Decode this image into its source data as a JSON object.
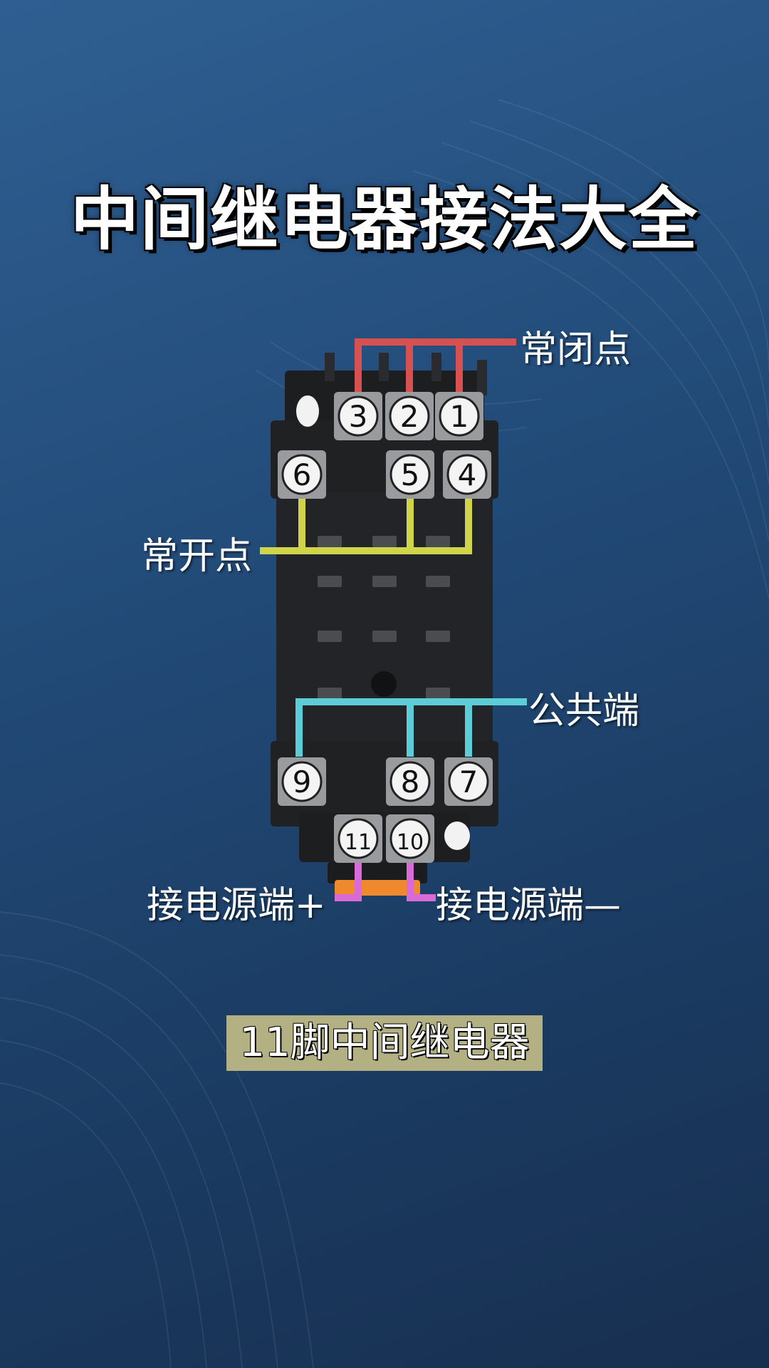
{
  "title": "中间继电器接法大全",
  "labels": {
    "normally_closed": "常闭点",
    "normally_open": "常开点",
    "common": "公共端",
    "power_plus": "接电源端+",
    "power_minus": "接电源端—"
  },
  "caption": "11脚中间继电器",
  "terminals": {
    "t1": "1",
    "t2": "2",
    "t3": "3",
    "t4": "4",
    "t5": "5",
    "t6": "6",
    "t7": "7",
    "t8": "8",
    "t9": "9",
    "t10": "10",
    "t11": "11"
  },
  "colors": {
    "normally_closed": "#d95050",
    "normally_open": "#cfd44a",
    "common": "#5ccdd6",
    "power": "#d96ad8",
    "caption_bg": "#b3b083"
  },
  "icons": {
    "relay_socket": "relay-socket-icon"
  }
}
